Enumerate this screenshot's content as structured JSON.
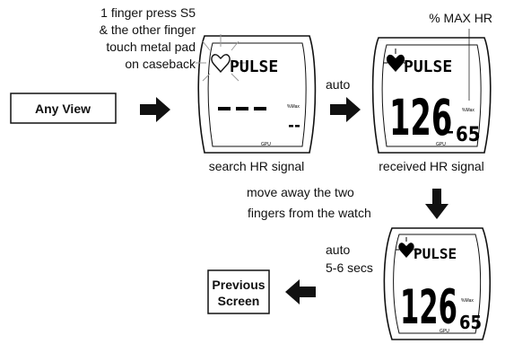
{
  "annotations": {
    "press_instruction": [
      "1 finger press S5",
      "& the other finger",
      "touch metal pad",
      "on caseback"
    ],
    "max_hr_label": "% MAX HR",
    "auto_label": "auto",
    "search_caption": "search HR signal",
    "received_caption": "received HR signal",
    "move_away": [
      "move away the two",
      "fingers from the watch"
    ],
    "auto_timer": [
      "auto",
      "5-6 secs"
    ]
  },
  "boxes": {
    "any_view": "Any View",
    "previous_screen": [
      "Previous",
      "Screen"
    ]
  },
  "watch_search": {
    "mode": "PULSE",
    "dashes": "- - -",
    "pct_label": "%Max",
    "pct_dashes": "--",
    "footer": "GPU"
  },
  "watch_received": {
    "mode": "PULSE",
    "hr_value": "126",
    "pct_label": "%Max",
    "pct_value": "65",
    "footer": "GPU"
  },
  "watch_timeout": {
    "mode": "PULSE",
    "hr_value": "126",
    "pct_label": "%Max",
    "pct_value": "65",
    "footer": "GPU"
  }
}
